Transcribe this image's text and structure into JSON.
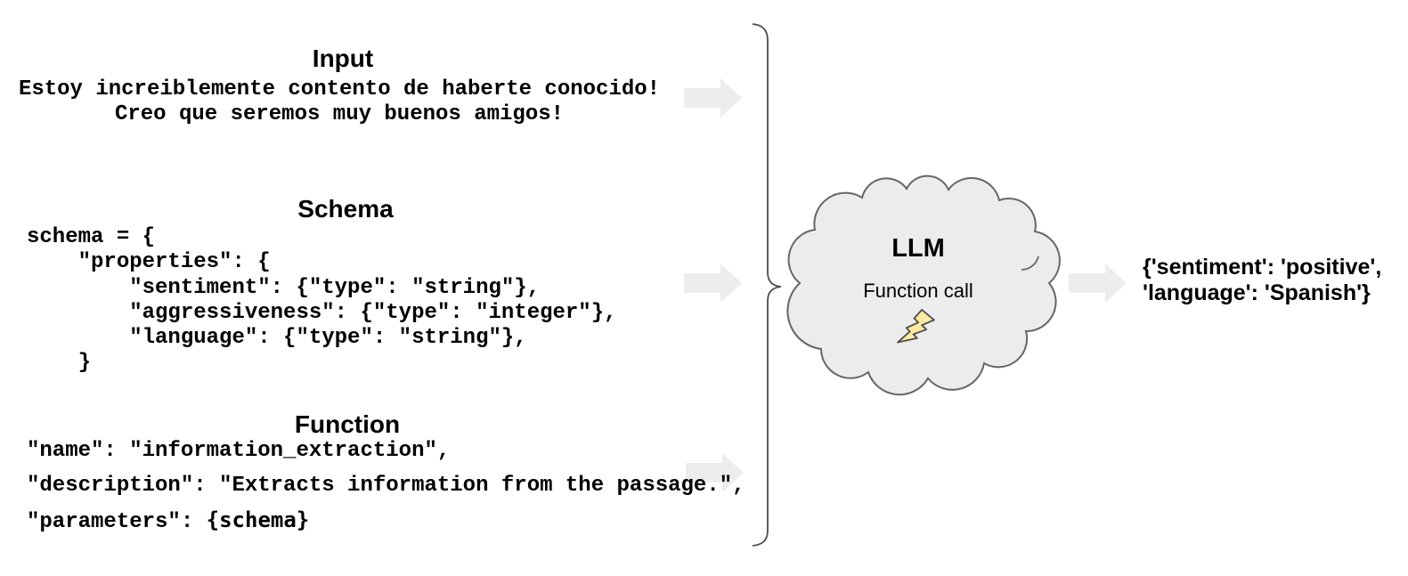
{
  "colors": {
    "arrow_fill": "#ededed",
    "cloud_fill": "#ececec",
    "cloud_stroke": "#666666",
    "brace_stroke": "#4d4d4d",
    "bolt_fill": "#fce9a2",
    "bolt_stroke": "#4d4d4d",
    "text": "#000000"
  },
  "sections": {
    "input": {
      "title": "Input",
      "lines": [
        "Estoy increiblemente contento de haberte conocido!",
        "Creo que seremos muy buenos amigos!"
      ]
    },
    "schema": {
      "title": "Schema",
      "code": [
        "schema = {",
        "    \"properties\": {",
        "        \"sentiment\": {\"type\": \"string\"},",
        "        \"aggressiveness\": {\"type\": \"integer\"},",
        "        \"language\": {\"type\": \"string\"},",
        "    }"
      ]
    },
    "function": {
      "title": "Function",
      "lines": [
        "\"name\": \"information_extraction\",",
        "\"description\": \"Extracts information from the passage.\","
      ],
      "parameters": {
        "prefix": "\"parameters\": ",
        "schema_token": "{schema}"
      }
    }
  },
  "llm": {
    "title": "LLM",
    "subtitle": "Function call",
    "icon": "lightning-bolt-icon"
  },
  "output": {
    "lines": [
      "{'sentiment': 'positive',",
      "'language': 'Spanish'}"
    ]
  }
}
